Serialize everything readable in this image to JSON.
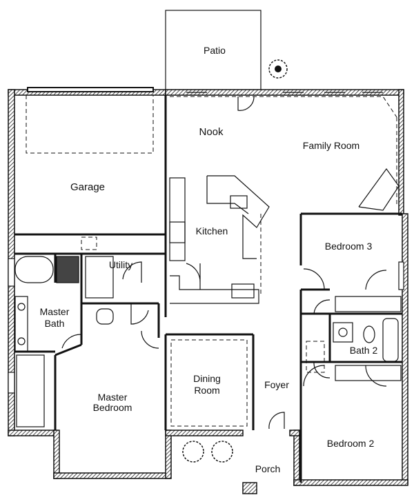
{
  "rooms": {
    "patio": "Patio",
    "nook": "Nook",
    "family_room": "Family Room",
    "garage": "Garage",
    "kitchen": "Kitchen",
    "bedroom3": "Bedroom 3",
    "utility": "Utility",
    "master_bath_1": "Master",
    "master_bath_2": "Bath",
    "bath2": "Bath 2",
    "dining_1": "Dining",
    "dining_2": "Room",
    "foyer": "Foyer",
    "master_bedroom_1": "Master",
    "master_bedroom_2": "Bedroom",
    "bedroom2": "Bedroom 2",
    "porch": "Porch"
  }
}
